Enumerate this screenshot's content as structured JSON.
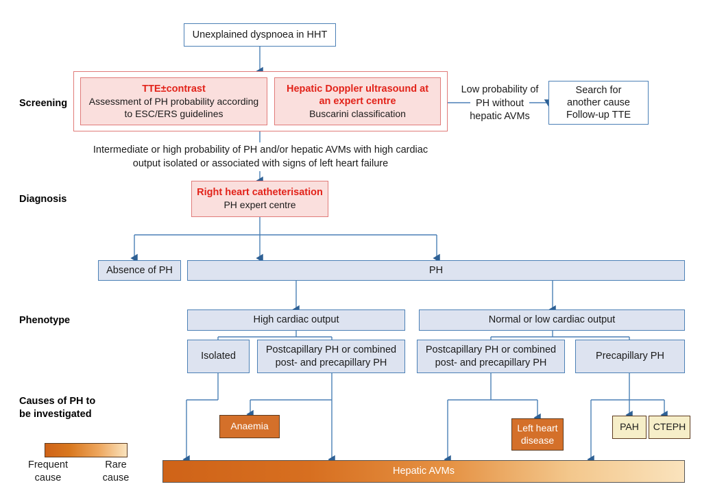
{
  "figure": {
    "type": "clinical-algorithm-flowchart",
    "stage_labels": [
      {
        "id": "screening",
        "text": "Screening"
      },
      {
        "id": "diagnosis",
        "text": "Diagnosis"
      },
      {
        "id": "phenotype",
        "text": "Phenotype"
      },
      {
        "id": "causes",
        "text": "Causes of PH to be investigated"
      }
    ],
    "entry": {
      "label": "Unexplained dyspnoea in HHT"
    },
    "screening": {
      "tte": {
        "title": "TTE±contrast",
        "detail": "Assessment of PH probability according to ESC/ERS guidelines"
      },
      "doppler": {
        "title": "Hepatic Doppler ultrasound at an expert centre",
        "detail": "Buscarini classification"
      },
      "low_probability_text": "Low probability of PH without hepatic AVMs",
      "another_cause": {
        "line1": "Search for",
        "line2": "another cause",
        "line3": "Follow-up TTE"
      }
    },
    "transition_text": "Intermediate or high probability of PH and/or hepatic AVMs with high cardiac output isolated or associated with signs of left heart failure",
    "diagnosis": {
      "rhc": {
        "title": "Right heart catheterisation",
        "detail": "PH expert centre"
      }
    },
    "outcome": {
      "absence": "Absence of PH",
      "ph": "PH"
    },
    "phenotype": {
      "high_output": "High cardiac output",
      "normal_low_output": "Normal or low cardiac output",
      "sub": [
        {
          "id": "isolated",
          "label": "Isolated"
        },
        {
          "id": "postcap-left",
          "label": "Postcapillary PH or combined post- and precapillary PH"
        },
        {
          "id": "postcap-right",
          "label": "Postcapillary PH or combined post- and precapillary PH"
        },
        {
          "id": "precapillary",
          "label": "Precapillary PH"
        }
      ]
    },
    "causes": [
      {
        "id": "anaemia",
        "label": "Anaemia",
        "style": "frequent"
      },
      {
        "id": "left-heart-disease",
        "label": "Left heart disease",
        "style": "frequent"
      },
      {
        "id": "pah",
        "label": "PAH",
        "style": "rare"
      },
      {
        "id": "cteph",
        "label": "CTEPH",
        "style": "rare"
      },
      {
        "id": "hepatic-avms",
        "label": "Hepatic AVMs",
        "style": "gradient"
      }
    ],
    "legend": {
      "frequent": "Frequent cause",
      "rare": "Rare cause"
    },
    "colors": {
      "accent_red": "#e2231a",
      "pink_fill": "#fadfdd",
      "pink_border": "#e07a78",
      "blue_border": "#4a7fb5",
      "lavender_fill": "#dde3f0",
      "orange_fill": "#d4702a",
      "cream_fill": "#f6eec8",
      "arrow_blue": "#2e6094"
    }
  }
}
